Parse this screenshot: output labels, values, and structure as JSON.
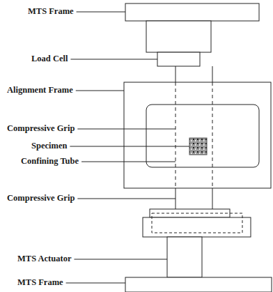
{
  "diagram": {
    "labels": [
      "MTS Frame",
      "Load Cell",
      "Alignment Frame",
      "Compressive Grip",
      "Specimen",
      "Confining Tube",
      "Compressive Grip",
      "MTS Actuator",
      "MTS Frame"
    ]
  }
}
